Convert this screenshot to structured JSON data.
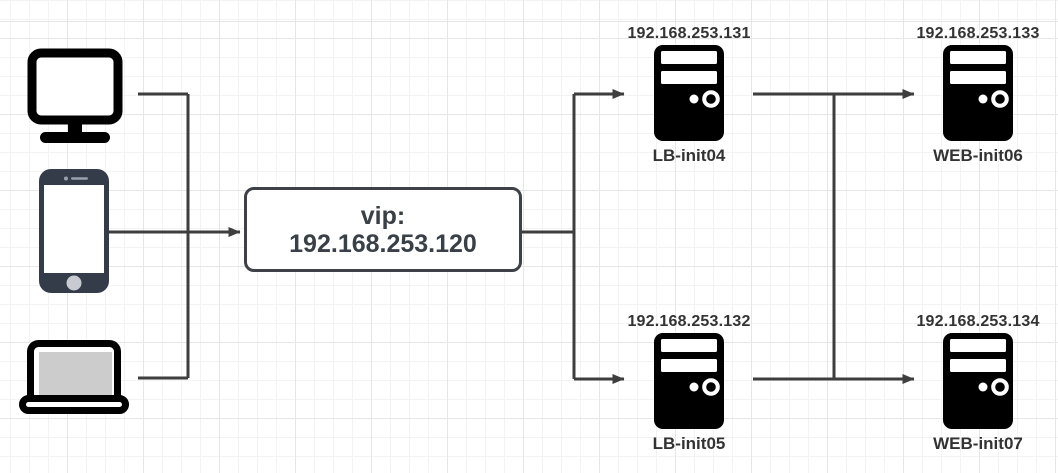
{
  "clients": [
    {
      "icon": "desktop-computer-icon"
    },
    {
      "icon": "smartphone-icon"
    },
    {
      "icon": "laptop-icon"
    }
  ],
  "vip": {
    "line1": "vip:",
    "line2": "192.168.253.120"
  },
  "servers": [
    {
      "ip": "192.168.253.131",
      "name": "LB-init04"
    },
    {
      "ip": "192.168.253.132",
      "name": "LB-init05"
    },
    {
      "ip": "192.168.253.133",
      "name": "WEB-init06"
    },
    {
      "ip": "192.168.253.134",
      "name": "WEB-init07"
    }
  ],
  "colors": {
    "edge": "#3e3e3e",
    "icon": "#000000",
    "phone_body": "#343c4a",
    "laptop_screen": "#cccccc",
    "label_text": "#333333",
    "vip_border": "#3e4248",
    "grid_minor": "#f3f3f3",
    "grid_major": "#e6e6e6",
    "canvas_bg": "#ffffff"
  }
}
